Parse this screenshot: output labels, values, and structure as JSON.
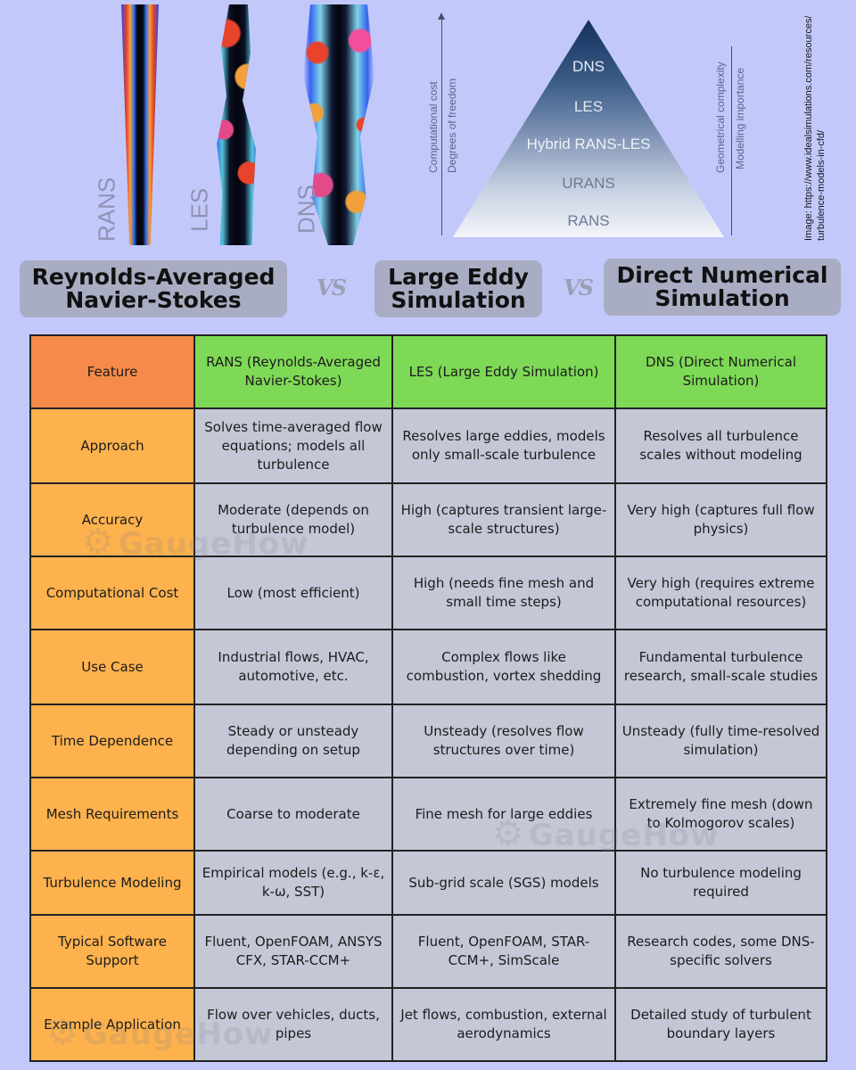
{
  "figure": {
    "simulations": [
      "RANS",
      "LES",
      "DNS"
    ],
    "pyramid": {
      "levels": [
        "DNS",
        "LES",
        "Hybrid RANS-LES",
        "URANS",
        "RANS"
      ],
      "left_axis": [
        "Computational cost",
        "Degrees of freedom"
      ],
      "right_axis": [
        "Geometrical complexity",
        "Modelling importance"
      ]
    },
    "source": [
      "Image: https://www.idealsimulations.com/resources/",
      "turbulence-models-in-cfd/"
    ]
  },
  "titles": {
    "rans": "Reynolds-Averaged Navier-Stokes",
    "les": "Large Eddy Simulation",
    "dns": "Direct Numerical Simulation",
    "vs": "VS"
  },
  "watermark": "GaugeHow",
  "table": {
    "headers": [
      "Feature",
      "RANS (Reynolds-Averaged Navier-Stokes)",
      "LES (Large Eddy Simulation)",
      "DNS (Direct Numerical Simulation)"
    ],
    "rows": [
      [
        "Approach",
        "Solves time-averaged flow equations; models all turbulence",
        "Resolves large eddies, models only small-scale turbulence",
        "Resolves all turbulence scales without modeling"
      ],
      [
        "Accuracy",
        "Moderate (depends on turbulence model)",
        "High (captures transient large-scale structures)",
        "Very high (captures full flow physics)"
      ],
      [
        "Computational Cost",
        "Low (most efficient)",
        "High (needs fine mesh and small time steps)",
        "Very high (requires extreme computational resources)"
      ],
      [
        "Use Case",
        "Industrial flows, HVAC, automotive, etc.",
        "Complex flows like combustion, vortex shedding",
        "Fundamental turbulence research, small-scale studies"
      ],
      [
        "Time Dependence",
        "Steady or unsteady depending on setup",
        "Unsteady (resolves flow structures over time)",
        "Unsteady (fully time-resolved simulation)"
      ],
      [
        "Mesh Requirements",
        "Coarse to moderate",
        "Fine mesh for large eddies",
        "Extremely fine mesh (down to Kolmogorov scales)"
      ],
      [
        "Turbulence Modeling",
        "Empirical models (e.g., k-ε, k-ω, SST)",
        "Sub-grid scale (SGS) models",
        "No turbulence modeling required"
      ],
      [
        "Typical Software Support",
        "Fluent, OpenFOAM, ANSYS CFX, STAR-CCM+",
        "Fluent, OpenFOAM, STAR-CCM+, SimScale",
        "Research codes, some DNS-specific solvers"
      ],
      [
        "Example Application",
        "Flow over vehicles, ducts, pipes",
        "Jet flows, combustion, external aerodynamics",
        "Detailed study of turbulent boundary layers"
      ]
    ]
  }
}
